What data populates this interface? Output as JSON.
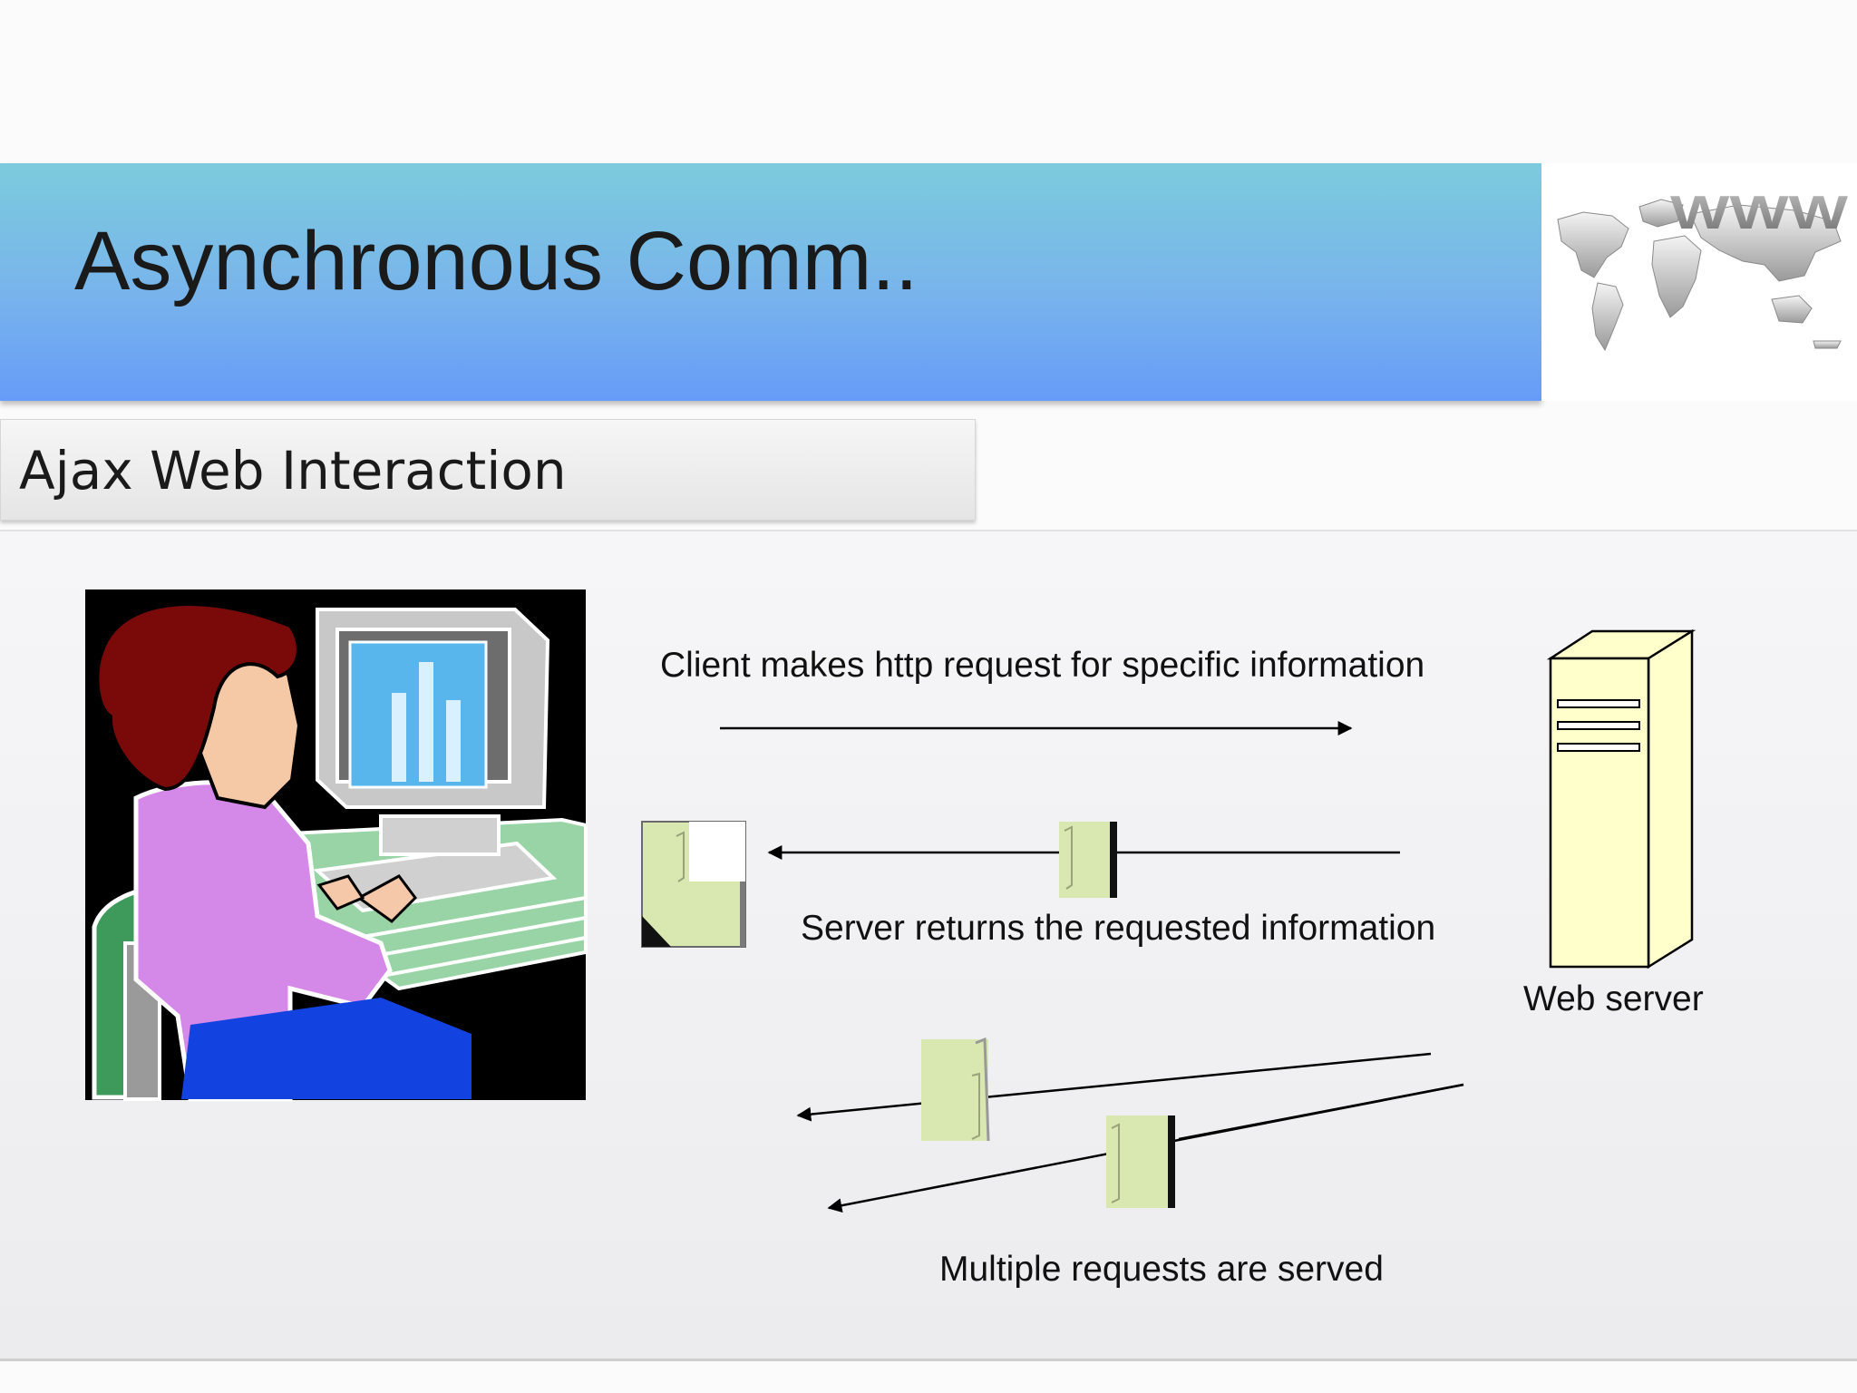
{
  "slide": {
    "title": "Asynchronous Comm..",
    "subtitle": "Ajax Web Interaction",
    "header_image_text": "WWW"
  },
  "diagram": {
    "client_request_label": "Client makes http request for specific information",
    "server_return_label": "Server returns the requested information",
    "web_server_label": "Web server",
    "multiple_requests_label": "Multiple requests are served",
    "icons": [
      "user-at-computer-icon",
      "web-server-icon",
      "information-document-icon",
      "world-map-icon"
    ]
  },
  "colors": {
    "title_band_top": "#7ccbdc",
    "title_band_bottom": "#669cf7",
    "server_fill": "#ffffcc",
    "document_fill": "#d8e8b0"
  }
}
